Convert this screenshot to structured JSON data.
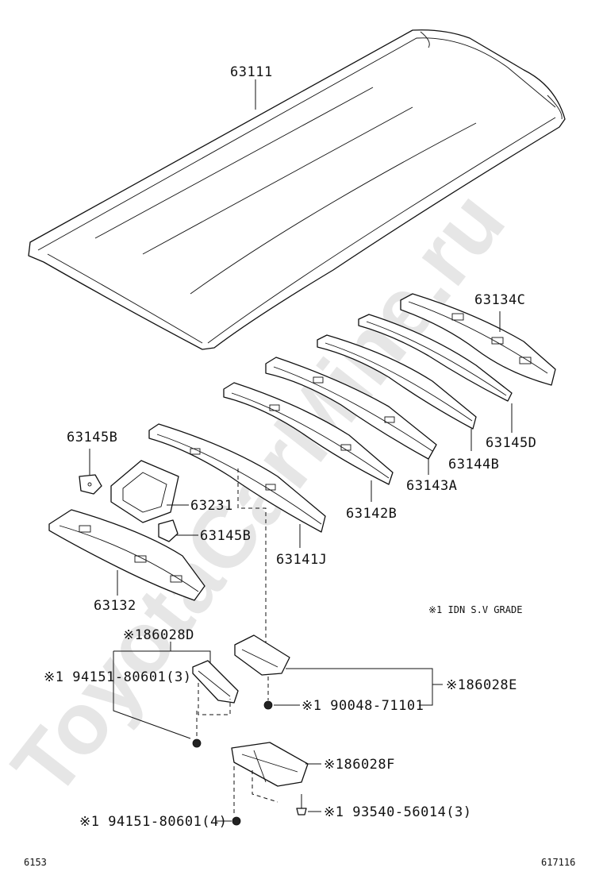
{
  "watermark": "ToyotaCarMine.ru",
  "note": "※1 IDN S.V GRADE",
  "footer": {
    "left": "6153",
    "right": "617116"
  },
  "parts": {
    "roof_panel": "63111",
    "bow_c": "63134C",
    "bow_d": "63145D",
    "bow_b": "63144B",
    "bow_a": "63143A",
    "bow_142b": "63142B",
    "bow_141j": "63141J",
    "bracket_left": "63145B",
    "plate": "63231",
    "bracket_right": "63145B",
    "header_panel": "63132",
    "holder_d": "※186028D",
    "holder_e": "※186028E",
    "holder_f": "※186028F",
    "nut_1": "※1 94151-80601(3)",
    "nut_2": "※1 94151-80601(4)",
    "nut_3": "※1 90048-71101",
    "screw": "※1 93540-56014(3)"
  }
}
